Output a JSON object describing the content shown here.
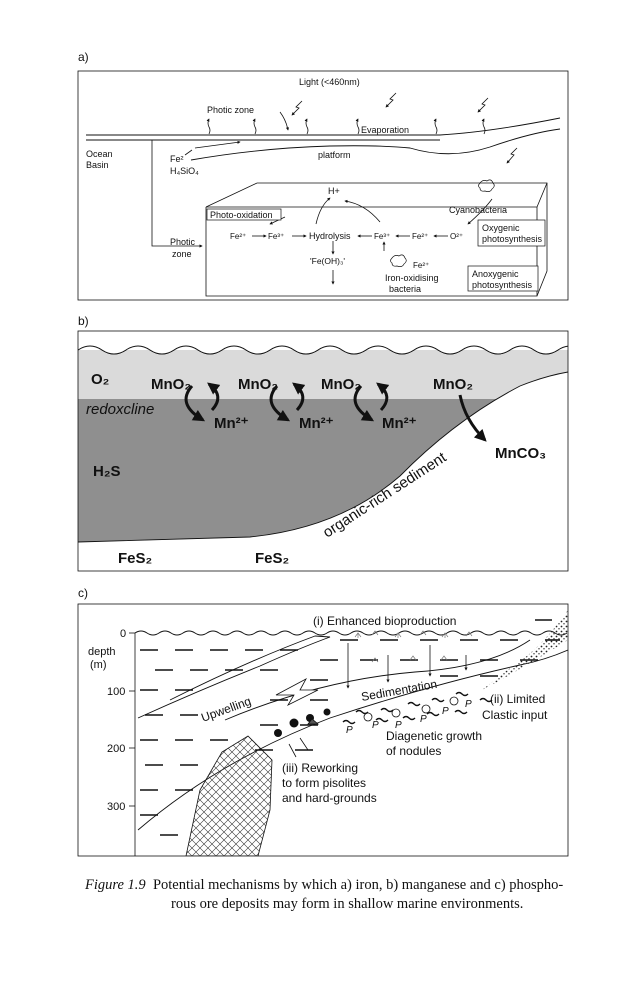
{
  "panel_a": {
    "label": "a)",
    "light": "Light (<460nm)",
    "photic_zone_top": "Photic zone",
    "evaporation": "Evaporation",
    "ocean_basin_1": "Ocean",
    "ocean_basin_2": "Basin",
    "fe2": "Fe²",
    "h4sio4": "H₄SiO₄",
    "platform": "platform",
    "h_plus": "H+",
    "cyanobacteria": "Cyanobacteria",
    "photo_oxidation": "Photo-oxidation",
    "oxygenic_1": "Oxygenic",
    "oxygenic_2": "photosynthesis",
    "reaction_fe2_left": "Fe²⁺",
    "reaction_fe3_left": "Fe³⁺",
    "hydrolysis": "Hydrolysis",
    "reaction_fe3_right": "Fe³⁺",
    "reaction_fe2_right": "Fe²⁺",
    "reaction_o2": "O²⁺",
    "photic_zone_1": "Photic",
    "photic_zone_2": "zone",
    "fe_oh3": "'Fe(OH)₃'",
    "fe2_bottom": "Fe²⁺",
    "iron_bacteria_1": "Iron-oxidising",
    "iron_bacteria_2": "bacteria",
    "anoxygenic_1": "Anoxygenic",
    "anoxygenic_2": "photosynthesis"
  },
  "panel_b": {
    "label": "b)",
    "o2": "O₂",
    "mno2": "MnO₂",
    "mn2": "Mn²⁺",
    "redoxcline": "redoxcline",
    "mnco3": "MnCO₃",
    "h2s": "H₂S",
    "sediment": "organic-rich sediment",
    "fes2": "FeS₂"
  },
  "panel_c": {
    "label": "c)",
    "depth_label_1": "depth",
    "depth_label_2": "(m)",
    "depth_ticks": [
      "0",
      "100",
      "200",
      "300"
    ],
    "bioproduction": "(i) Enhanced bioproduction",
    "sedimentation": "Sedimentation",
    "upwelling": "Upwelling",
    "limited_1": "(ii) Limited",
    "limited_2": "Clastic input",
    "diagenetic_1": "Diagenetic growth",
    "diagenetic_2": "of nodules",
    "reworking_1": "(iii) Reworking",
    "reworking_2": "to form pisolites",
    "reworking_3": "and hard-grounds",
    "p": "P"
  },
  "caption": {
    "figure_number": "Figure 1.9",
    "text": "Potential mechanisms by which a) iron, b) manganese and c) phospho-",
    "text_line2": "rous ore deposits may form in shallow marine environments."
  },
  "colors": {
    "upper_water": "#dadada",
    "lower_water": "#8f8f8f",
    "line": "#111111"
  }
}
